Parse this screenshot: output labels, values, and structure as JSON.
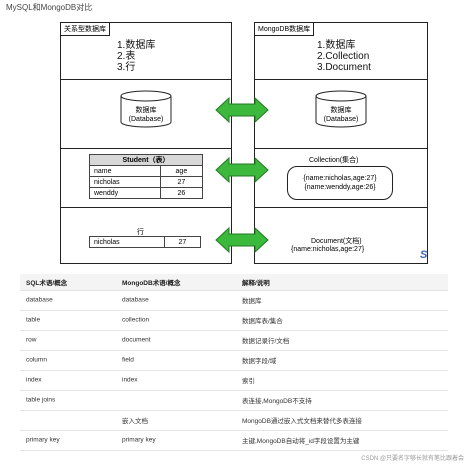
{
  "caption": "MySQL和MongoDB对比",
  "diagram": {
    "left_panel": {
      "title": "关系型数据库",
      "items": [
        "1.数据库",
        "2.表",
        "3.行"
      ],
      "db_label": [
        "数据库",
        "(Database)"
      ],
      "table": {
        "title": "Student（表）",
        "rows": [
          [
            "name",
            "age"
          ],
          [
            "nicholas",
            "27"
          ],
          [
            "wenddy",
            "26"
          ]
        ]
      },
      "row_label": "行",
      "row": [
        "nicholas",
        "27"
      ]
    },
    "right_panel": {
      "title": "MongoDB数据库",
      "items": [
        "1.数据库",
        "2.Collection",
        "3.Document"
      ],
      "db_label": [
        "数据库",
        "(Database)"
      ],
      "collection_label": "Collection(集合)",
      "collection_docs": [
        "{name:nicholas,age:27}",
        "{name:wenddy,age:26}"
      ],
      "document_label": "Document(文档)",
      "document": "{name:nicholas,age:27}"
    },
    "accent_color": "#3cb83c",
    "logo_mark": "S"
  },
  "comparison": {
    "headers": [
      "SQL术语/概念",
      "MongoDB术语/概念",
      "解释/说明"
    ],
    "rows": [
      [
        "database",
        "database",
        "数据库"
      ],
      [
        "table",
        "collection",
        "数据库表/集合"
      ],
      [
        "row",
        "document",
        "数据记录行/文档"
      ],
      [
        "column",
        "field",
        "数据字段/域"
      ],
      [
        "index",
        "index",
        "索引"
      ],
      [
        "table joins",
        "",
        "表连接,MongoDB不支持"
      ],
      [
        "",
        "嵌入文档",
        "MongoDB通过嵌入式文档来替代多表连接"
      ],
      [
        "primary key",
        "primary key",
        "主键,MongoDB自动将_id字段设置为主键"
      ]
    ]
  },
  "watermark": "CSDN @只要名字够长就有笔比跟着会"
}
